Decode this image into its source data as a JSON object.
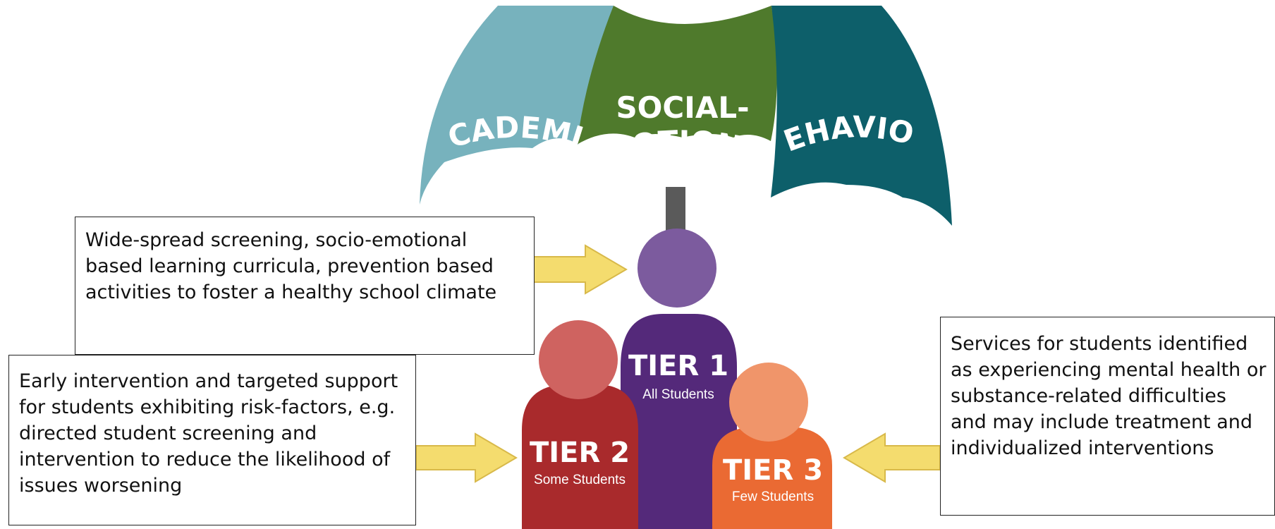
{
  "umbrella": {
    "segments": [
      {
        "label": "ACADEMIC",
        "color": "#77b2bd"
      },
      {
        "label": "SOCIAL-",
        "label2": "EMOTIONAL",
        "color": "#4f7a2c"
      },
      {
        "label": "BEHAVIOR",
        "color": "#0d5f6a"
      }
    ],
    "handle_color": "#5a5a5a"
  },
  "tiers": [
    {
      "title": "TIER 1",
      "subtitle": "All Students",
      "color": "#54297a",
      "head_color": "#7c5b9e"
    },
    {
      "title": "TIER 2",
      "subtitle": "Some Students",
      "color": "#a92a2c",
      "head_color": "#cf6360"
    },
    {
      "title": "TIER 3",
      "subtitle": "Few Students",
      "color": "#ea6a33",
      "head_color": "#f0956a"
    }
  ],
  "callouts": {
    "tier1_text": "Wide-spread screening, socio-emotional based learning curricula, prevention based activities to foster a healthy school climate",
    "tier2_text": "Early intervention and targeted support for students exhibiting risk-factors, e.g. directed student screening and intervention to reduce the likelihood of issues worsening",
    "tier3_text": "Services for students identified as experiencing mental health or substance-related difficulties and may include treatment and individualized interventions"
  },
  "arrow_color": "#f4dc6e"
}
